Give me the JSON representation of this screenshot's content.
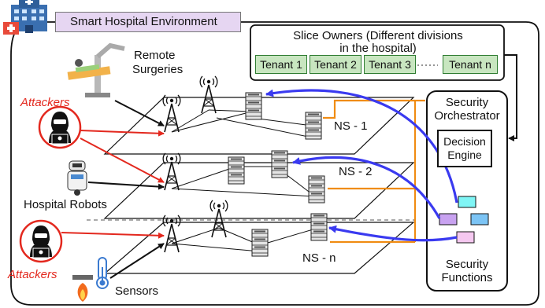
{
  "title": "Smart Hospital Environment",
  "slice_owners": {
    "heading_line1": "Slice Owners (Different divisions",
    "heading_line2": "in the hospital)",
    "tenants": [
      "Tenant 1",
      "Tenant 2",
      "Tenant 3",
      "Tenant n"
    ],
    "ellipsis": "......"
  },
  "devices": {
    "remote_surgeries_line1": "Remote",
    "remote_surgeries_line2": "Surgeries",
    "hospital_robots": "Hospital Robots",
    "sensors": "Sensors"
  },
  "attackers": {
    "top": "Attackers",
    "bottom": "Attackers"
  },
  "slices": [
    "NS - 1",
    "NS - 2",
    "NS - n"
  ],
  "orchestrator": {
    "label_line1": "Security",
    "label_line2": "Orchestrator",
    "decision_line1": "Decision",
    "decision_line2": "Engine",
    "functions_line1": "Security",
    "functions_line2": "Functions"
  },
  "colors": {
    "attack_arrow": "#e3281e",
    "control_arrow": "#3a3af0",
    "slice_link": "#f08c12",
    "tenant_fill": "#c8e6c0",
    "title_fill": "#e6d6f2",
    "function_cyan": "#7ff5f5",
    "function_purple": "#c8a2f0",
    "function_blue": "#7cc4f5",
    "function_pink": "#f5c8f0"
  },
  "icons": [
    "hospital-icon",
    "surgical-robot-icon",
    "hacker-icon",
    "hospital-robot-icon",
    "thermometer-icon",
    "fire-sensor-icon",
    "antenna-icon",
    "server-rack-icon"
  ]
}
